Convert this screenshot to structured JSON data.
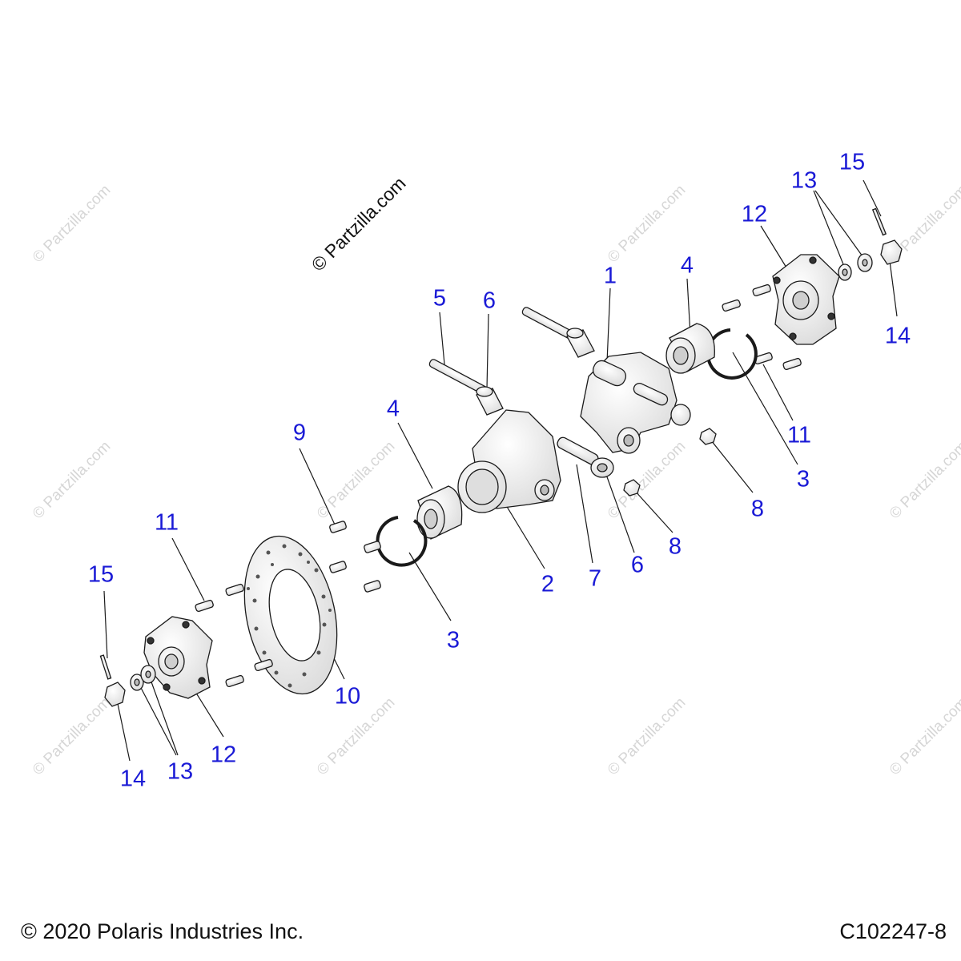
{
  "diagram": {
    "callouts": [
      {
        "id": "c1",
        "text": "1"
      },
      {
        "id": "c4a",
        "text": "4"
      },
      {
        "id": "c12a",
        "text": "12"
      },
      {
        "id": "c13a",
        "text": "13"
      },
      {
        "id": "c15a",
        "text": "15"
      },
      {
        "id": "c14a",
        "text": "14"
      },
      {
        "id": "c5",
        "text": "5"
      },
      {
        "id": "c6a",
        "text": "6"
      },
      {
        "id": "c11a",
        "text": "11"
      },
      {
        "id": "c3a",
        "text": "3"
      },
      {
        "id": "c8a",
        "text": "8"
      },
      {
        "id": "c9",
        "text": "9"
      },
      {
        "id": "c4b",
        "text": "4"
      },
      {
        "id": "c11b",
        "text": "11"
      },
      {
        "id": "c15b",
        "text": "15"
      },
      {
        "id": "c2",
        "text": "2"
      },
      {
        "id": "c7",
        "text": "7"
      },
      {
        "id": "c6b",
        "text": "6"
      },
      {
        "id": "c8b",
        "text": "8"
      },
      {
        "id": "c3b",
        "text": "3"
      },
      {
        "id": "c10",
        "text": "10"
      },
      {
        "id": "c12b",
        "text": "12"
      },
      {
        "id": "c14b",
        "text": "14"
      },
      {
        "id": "c13b",
        "text": "13"
      }
    ],
    "watermark_main": "© Partzilla.com",
    "watermark_repeat": "© Partzilla.com"
  },
  "footer": {
    "copyright": "© 2020 Polaris Industries Inc.",
    "doc_id": "C102247-8"
  },
  "colors": {
    "callout": "#1a1ad6",
    "line": "#1a1a1a",
    "part_fill": "#f2f2f2",
    "watermark": "#d6d6d6"
  }
}
